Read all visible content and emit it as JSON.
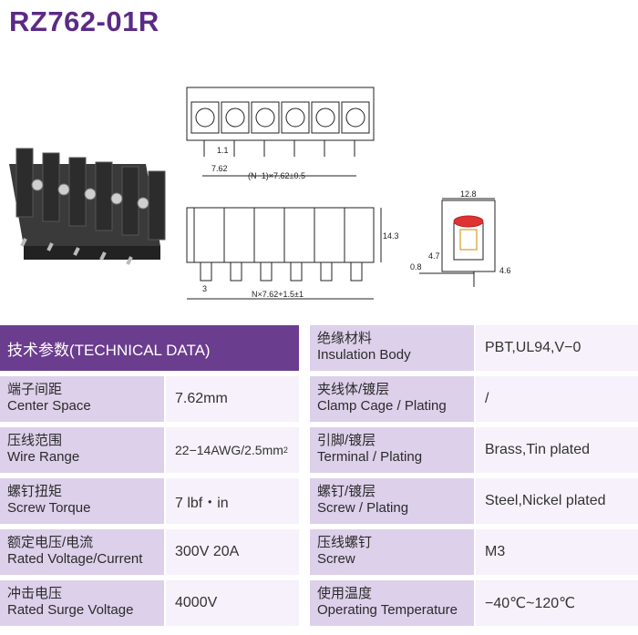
{
  "title": "RZ762-01R",
  "dimensions": {
    "top_pin_width": "1.1",
    "top_pitch": "7.62",
    "top_span": "(N−1)×7.62±0.5",
    "front_height": "14.3",
    "front_offset": "3",
    "front_span": "N×7.62+1.5±1",
    "side_width": "12.8",
    "side_pin": "4.7",
    "side_thickness": "0.8",
    "side_pin_length": "4.6"
  },
  "table": {
    "header": "技术参数(TECHNICAL DATA)",
    "left": [
      {
        "zh": "端子间距",
        "en": "Center Space",
        "value": "7.62mm"
      },
      {
        "zh": "压线范围",
        "en": "Wire Range",
        "value": "22−14AWG/2.5mm",
        "sup": "2"
      },
      {
        "zh": "螺钉扭矩",
        "en": "Screw Torque",
        "value": "7 lbf・in"
      },
      {
        "zh": "额定电压/电流",
        "en": "Rated Voltage/Current",
        "value": "300V 20A"
      },
      {
        "zh": "冲击电压",
        "en": "Rated Surge Voltage",
        "value": "4000V"
      }
    ],
    "right": [
      {
        "zh": "绝缘材料",
        "en": "Insulation Body",
        "value": "PBT,UL94,V−0"
      },
      {
        "zh": "夹线体/镀层",
        "en": "Clamp Cage / Plating",
        "value": "/"
      },
      {
        "zh": "引脚/镀层",
        "en": "Terminal / Plating",
        "value": "Brass,Tin plated"
      },
      {
        "zh": "螺钉/镀层",
        "en": "Screw / Plating",
        "value": "Steel,Nickel plated"
      },
      {
        "zh": "压线螺钉",
        "en": "Screw",
        "value": "M3"
      },
      {
        "zh": "使用温度",
        "en": "Operating Temperature",
        "value": "−40℃~120℃"
      }
    ]
  },
  "colors": {
    "brand": "#5b2a86",
    "header_bg": "#6b3d8e",
    "label_bg": "#ddd0ea",
    "value_bg": "#f6f1fa"
  }
}
